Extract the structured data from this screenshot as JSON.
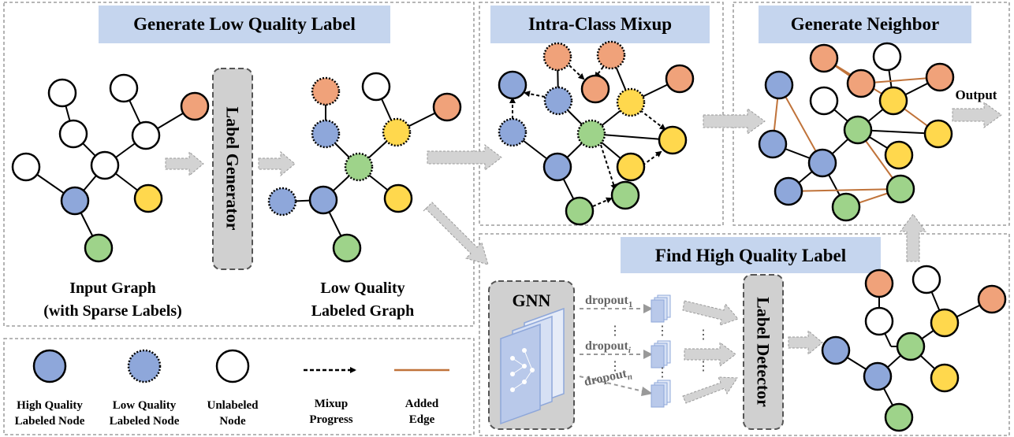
{
  "panels": {
    "generate_low": {
      "title": "Generate Low Quality Label"
    },
    "mixup": {
      "title": "Intra-Class Mixup"
    },
    "neighbor": {
      "title": "Generate Neighbor"
    },
    "find_high": {
      "title": "Find High Quality Label"
    }
  },
  "labels": {
    "label_generator": "Label Generator",
    "label_detector": "Label Detector",
    "input_graph_line1": "Input Graph",
    "input_graph_line2": "(with Sparse Labels)",
    "low_quality_line1": "Low Quality",
    "low_quality_line2": "Labeled Graph",
    "output": "Output",
    "gnn": "GNN",
    "dropout_base": "dropout",
    "dropout_sub": [
      "1",
      "i",
      "n"
    ],
    "dots": "⋮"
  },
  "legend": [
    {
      "line1": "High Quality",
      "line2": "Labeled Node"
    },
    {
      "line1": "Low Quality",
      "line2": "Labeled Node"
    },
    {
      "line1": "Unlabeled",
      "line2": "Node"
    },
    {
      "line1": "Mixup",
      "line2": "Progress"
    },
    {
      "line1": "Added",
      "line2": "Edge"
    }
  ],
  "colors": {
    "blue": "#8ea7da",
    "orange": "#f0a27a",
    "yellow": "#ffd84d",
    "green": "#9ed38a",
    "white": "#ffffff",
    "title_bg": "#c5d5ee",
    "added_edge": "#c0733a",
    "arrow": "#d3d3d3"
  }
}
